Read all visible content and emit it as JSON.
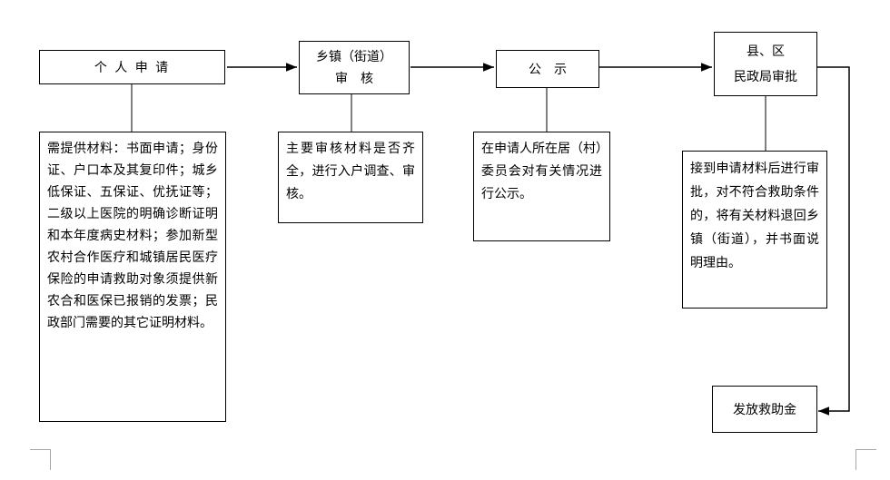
{
  "steps": {
    "apply": {
      "label": "个 人 申 请"
    },
    "township": {
      "line1": "乡镇（街道）",
      "line2": "审　核"
    },
    "publicity": {
      "label": "公　示"
    },
    "county": {
      "line1": "县、区",
      "line2": "民政局审批"
    },
    "payout": {
      "label": "发放救助金"
    }
  },
  "notes": {
    "apply": "需提供材料：书面申请；身份证、户口本及其复印件；城乡低保证、五保证、优抚证等；二级以上医院的明确诊断证明和本年度病史材料；参加新型农村合作医疗和城镇居民医疗保险的申请救助对象须提供新农合和医保已报销的发票；民政部门需要的其它证明材料。",
    "township": "主要审核材料是否齐全，进行入户调查、审核。",
    "publicity": "在申请人所在居（村）委员会对有关情况进行公示。",
    "county": "接到申请材料后进行审批，对不符合救助条件的，将有关材料退回乡镇（街道），并书面说明理由。"
  },
  "colors": {
    "line": "#000000",
    "corner": "#a6a6a6"
  }
}
